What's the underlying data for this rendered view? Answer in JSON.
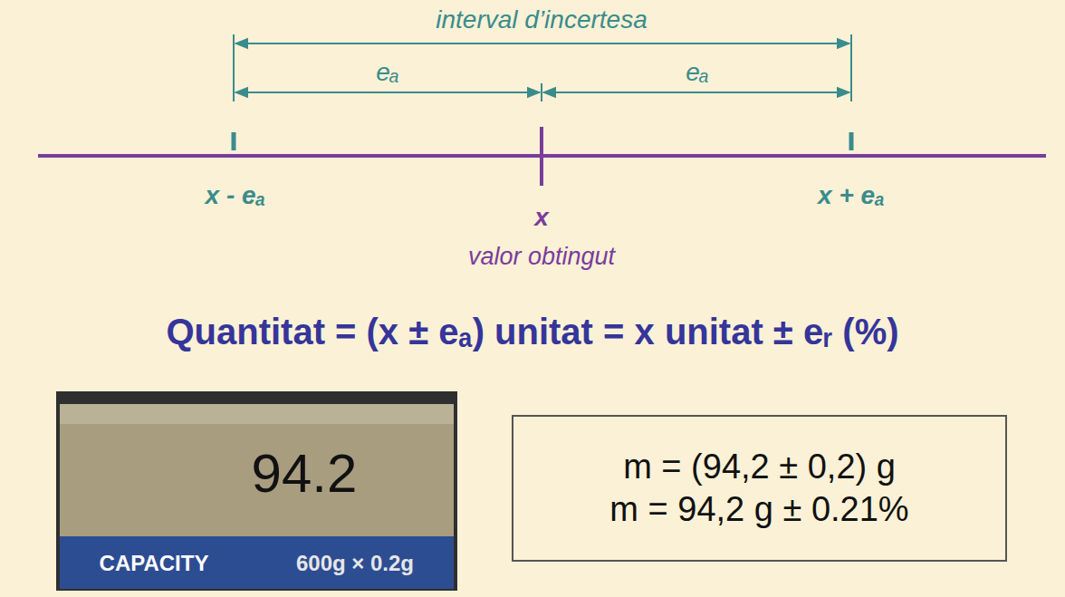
{
  "diagram": {
    "nodes": [
      {
        "text": [
          "m = (94,2 ± 0,2) g",
          "m = 94,2 g ± 0.21%"
        ]
      }
    ],
    "labels": [
      "interval d’incertesa",
      "eₐ",
      "eₐ",
      "x - eₐ",
      "x",
      "valor obtingut",
      "x + eₐ",
      "Quantitat = (x ± eₐ) unitat = x unitat ± eᵣ (%)",
      "94.2",
      "CAPACITY",
      "600g × 0.2g"
    ]
  }
}
